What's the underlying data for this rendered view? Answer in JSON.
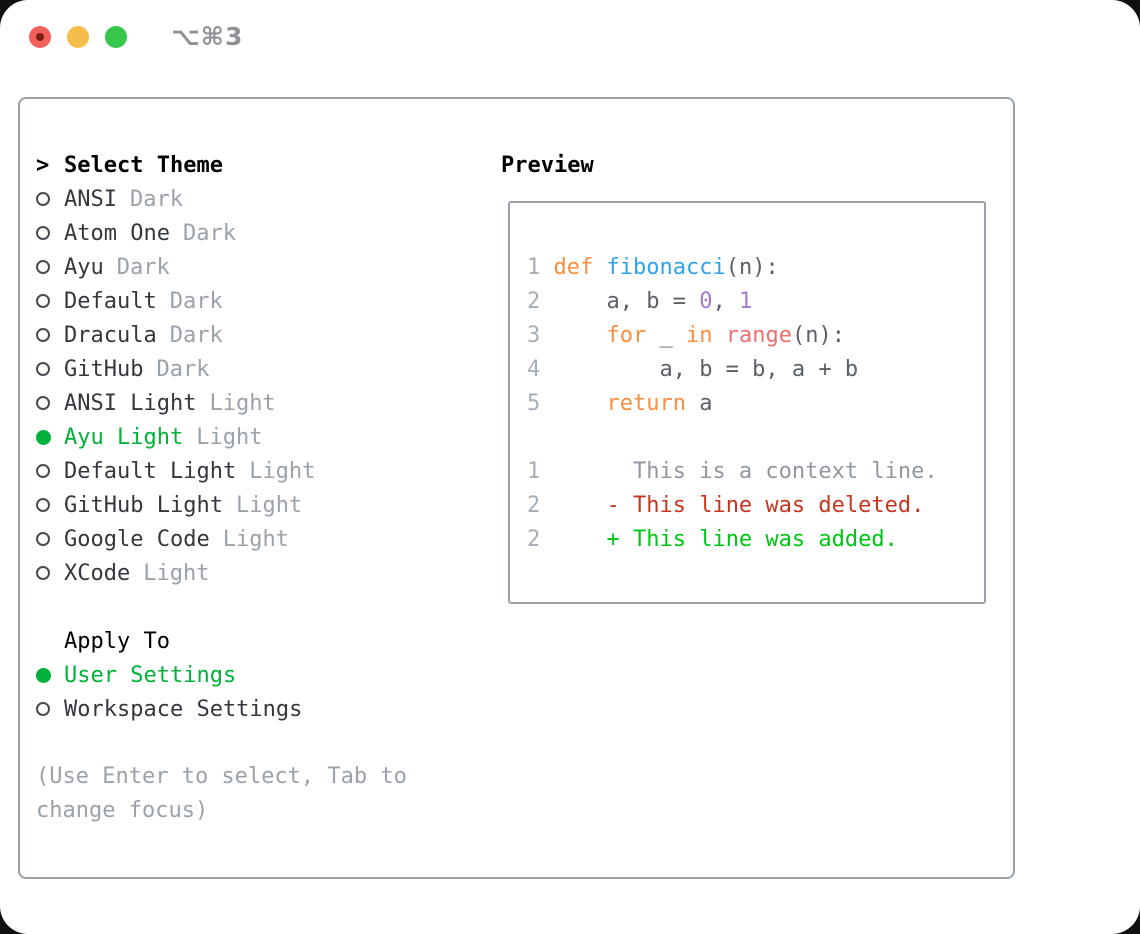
{
  "window": {
    "shortcut": "⌥⌘3"
  },
  "theme_picker": {
    "caret": ">",
    "heading": "Select Theme",
    "themes": [
      {
        "name": "ANSI",
        "variant": "Dark",
        "selected": false
      },
      {
        "name": "Atom One",
        "variant": "Dark",
        "selected": false
      },
      {
        "name": "Ayu",
        "variant": "Dark",
        "selected": false
      },
      {
        "name": "Default",
        "variant": "Dark",
        "selected": false
      },
      {
        "name": "Dracula",
        "variant": "Dark",
        "selected": false
      },
      {
        "name": "GitHub",
        "variant": "Dark",
        "selected": false
      },
      {
        "name": "ANSI Light",
        "variant": "Light",
        "selected": false
      },
      {
        "name": "Ayu Light",
        "variant": "Light",
        "selected": true
      },
      {
        "name": "Default Light",
        "variant": "Light",
        "selected": false
      },
      {
        "name": "GitHub Light",
        "variant": "Light",
        "selected": false
      },
      {
        "name": "Google Code",
        "variant": "Light",
        "selected": false
      },
      {
        "name": "XCode",
        "variant": "Light",
        "selected": false
      }
    ],
    "apply_to": {
      "heading": "Apply To",
      "options": [
        {
          "label": "User Settings",
          "selected": true
        },
        {
          "label": "Workspace Settings",
          "selected": false
        }
      ]
    },
    "hint": "(Use Enter to select, Tab to\nchange focus)"
  },
  "preview": {
    "heading": "Preview",
    "lines": [
      [
        {
          "t": "1",
          "c": "gutter"
        },
        {
          "t": " ",
          "c": "plain"
        },
        {
          "t": "def",
          "c": "kw"
        },
        {
          "t": " ",
          "c": "plain"
        },
        {
          "t": "fibonacci",
          "c": "fn"
        },
        {
          "t": "(n):",
          "c": "plain"
        }
      ],
      [
        {
          "t": "2",
          "c": "gutter"
        },
        {
          "t": "     a, b = ",
          "c": "plain"
        },
        {
          "t": "0",
          "c": "numlit"
        },
        {
          "t": ", ",
          "c": "plain"
        },
        {
          "t": "1",
          "c": "numlit"
        }
      ],
      [
        {
          "t": "3",
          "c": "gutter"
        },
        {
          "t": "     ",
          "c": "plain"
        },
        {
          "t": "for",
          "c": "kw"
        },
        {
          "t": " _ ",
          "c": "plain"
        },
        {
          "t": "in",
          "c": "kw"
        },
        {
          "t": " ",
          "c": "plain"
        },
        {
          "t": "range",
          "c": "call"
        },
        {
          "t": "(n):",
          "c": "plain"
        }
      ],
      [
        {
          "t": "4",
          "c": "gutter"
        },
        {
          "t": "         a, b = b, a + b",
          "c": "plain"
        }
      ],
      [
        {
          "t": "5",
          "c": "gutter"
        },
        {
          "t": "     ",
          "c": "plain"
        },
        {
          "t": "return",
          "c": "kw"
        },
        {
          "t": " a",
          "c": "plain"
        }
      ],
      [],
      [
        {
          "t": "1",
          "c": "gutter"
        },
        {
          "t": "       ",
          "c": "plain"
        },
        {
          "t": "This is a context line.",
          "c": "ctx"
        }
      ],
      [
        {
          "t": "2",
          "c": "gutter"
        },
        {
          "t": "     ",
          "c": "plain"
        },
        {
          "t": "- This line was deleted.",
          "c": "del"
        }
      ],
      [
        {
          "t": "2",
          "c": "gutter"
        },
        {
          "t": "     ",
          "c": "plain"
        },
        {
          "t": "+ This line was added.",
          "c": "add"
        }
      ]
    ]
  },
  "colors": {
    "accent_green": "#00b23a",
    "kw": "#fa8d3e",
    "fn": "#2fa3e6",
    "call": "#f0706e",
    "numlit": "#a37acc",
    "code_fg": "#5b6167",
    "gutter": "#a6aeb7",
    "ctx": "#9098a1",
    "del": "#c4361f",
    "add": "#00c414",
    "muted": "#9aa2ab",
    "text_dark": "#33383e",
    "window_border": "#9aa1aa",
    "light_red": "#f2625c",
    "light_yellow": "#f5bd49",
    "light_green": "#36c84b"
  }
}
